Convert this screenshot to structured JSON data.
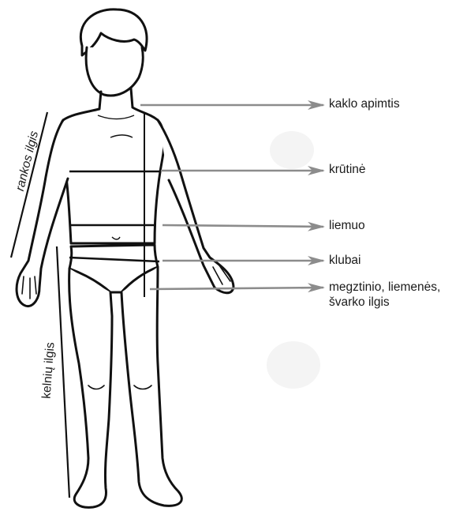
{
  "colors": {
    "outline": "#111111",
    "arrow": "#8c8c8c",
    "text": "#1a1a1a"
  },
  "labels": {
    "neck": "kaklo apimtis",
    "chest": "krūtinė",
    "waist": "liemuo",
    "hips": "klubai",
    "jacket_line1": "megztinio, liemenės,",
    "jacket_line2": "švarko ilgis",
    "arm_length": "rankos ilgis",
    "leg_length": "kelnių ilgis"
  }
}
